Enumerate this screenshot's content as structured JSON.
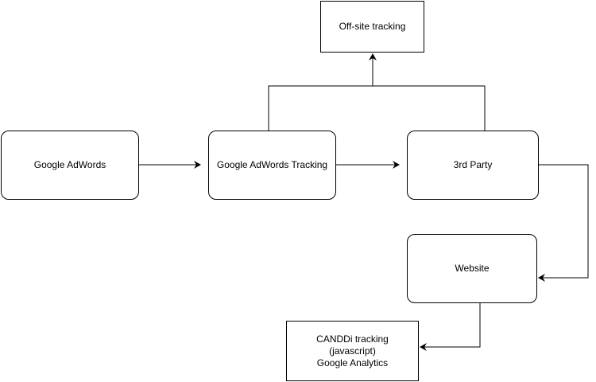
{
  "diagram": {
    "nodes": {
      "google_adwords": "Google AdWords",
      "adwords_tracking": "Google AdWords Tracking",
      "third_party": "3rd Party",
      "offsite_tracking": "Off-site tracking",
      "website": "Website",
      "canddi_tracking": "CANDDi tracking\n(javascript)\nGoogle Analytics"
    },
    "edges": [
      {
        "from": "google_adwords",
        "to": "adwords_tracking"
      },
      {
        "from": "adwords_tracking",
        "to": "third_party"
      },
      {
        "from": "adwords_tracking",
        "to": "offsite_tracking"
      },
      {
        "from": "third_party",
        "to": "offsite_tracking"
      },
      {
        "from": "third_party",
        "to": "website"
      },
      {
        "from": "website",
        "to": "canddi_tracking"
      }
    ],
    "colors": {
      "stroke": "#000000",
      "fill": "#ffffff"
    }
  }
}
